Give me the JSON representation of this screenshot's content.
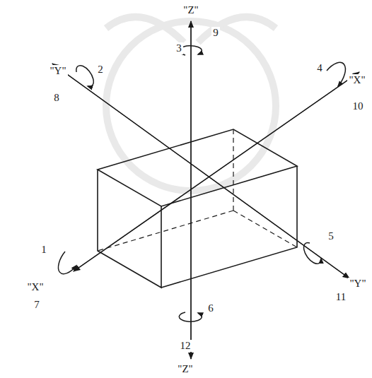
{
  "diagram": {
    "labels": [
      "\"Z\"",
      "9",
      "3",
      "\"Y\"",
      "2",
      "8",
      "4",
      "\"X\"",
      "10",
      "1",
      "\"X\"",
      "7",
      "5",
      "\"Y\"",
      "11",
      "6",
      "12",
      "\"Z\""
    ]
  }
}
